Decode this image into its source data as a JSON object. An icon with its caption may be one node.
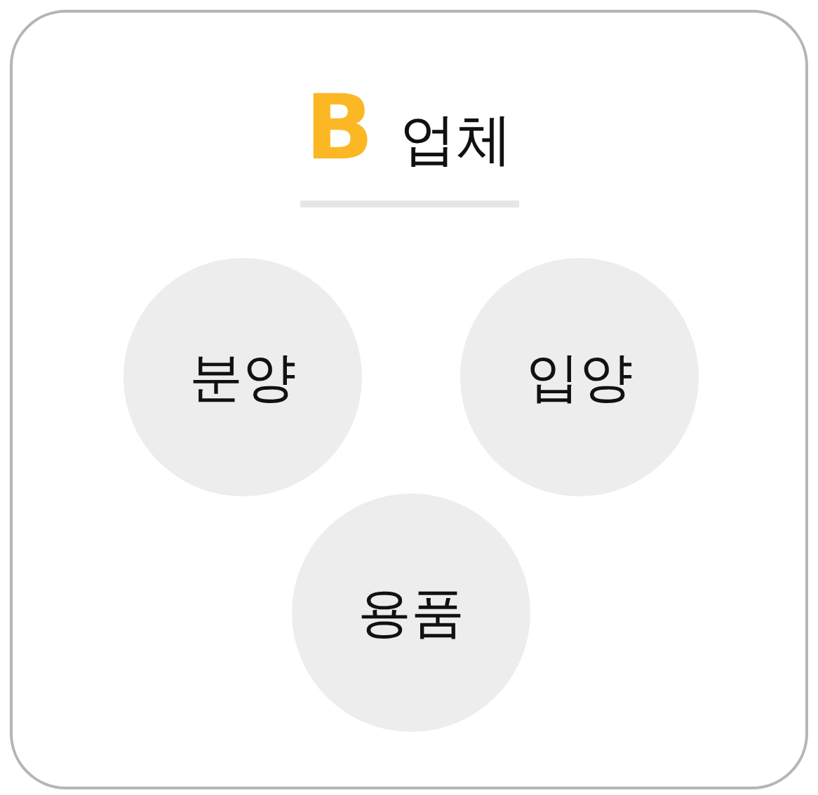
{
  "diagram": {
    "nodes": [
      {
        "text": [
          "**B** 업체"
        ]
      },
      {
        "text": [
          "분양"
        ],
        "in": 0
      },
      {
        "text": [
          "입양"
        ],
        "in": 0
      },
      {
        "text": [
          "용품"
        ],
        "in": 0
      }
    ]
  }
}
